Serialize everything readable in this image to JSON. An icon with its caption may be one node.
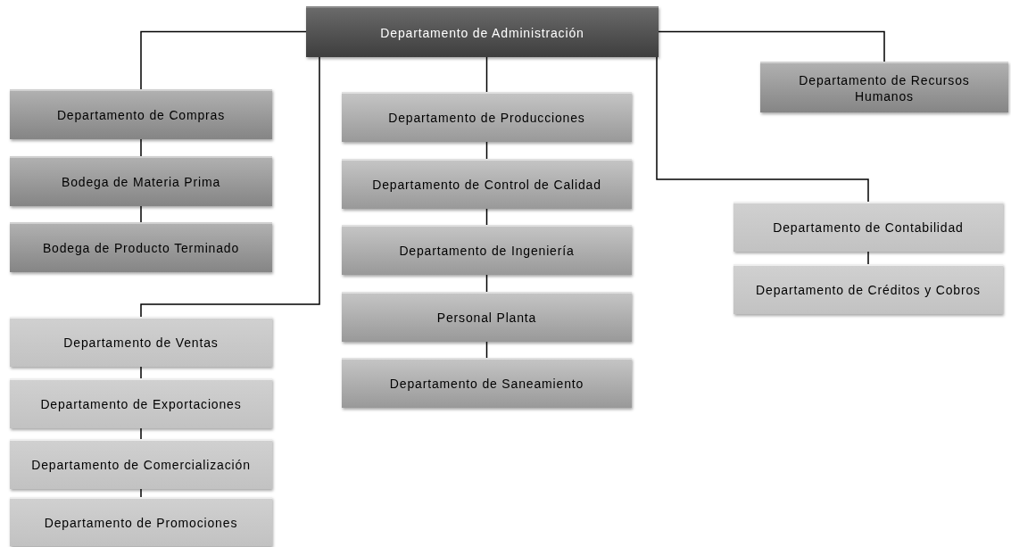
{
  "diagram": {
    "nodes": [
      {
        "text": [
          "Departamento de Administración"
        ]
      },
      {
        "text": [
          "Departamento de Recursos Humanos"
        ]
      },
      {
        "text": [
          "Departamento de Compras"
        ]
      },
      {
        "text": [
          "Bodega de Materia Prima"
        ]
      },
      {
        "text": [
          "Bodega de Producto Terminado"
        ]
      },
      {
        "text": [
          "Departamento de Producciones"
        ]
      },
      {
        "text": [
          "Departamento de Control de Calidad"
        ]
      },
      {
        "text": [
          "Departamento de Ingeniería"
        ]
      },
      {
        "text": [
          "Personal Planta"
        ]
      },
      {
        "text": [
          "Departamento de Saneamiento"
        ]
      },
      {
        "text": [
          "Departamento de Contabilidad"
        ]
      },
      {
        "text": [
          "Departamento de Créditos y Cobros"
        ]
      },
      {
        "text": [
          "Departamento de Ventas"
        ]
      },
      {
        "text": [
          "Departamento de Exportaciones"
        ]
      },
      {
        "text": [
          "Departamento de Comercialización"
        ]
      },
      {
        "text": [
          "Departamento de Promociones"
        ]
      }
    ],
    "edges": [
      {
        "from": 0,
        "to": 1,
        "arrow": "none"
      },
      {
        "from": 0,
        "to": 2,
        "arrow": "none"
      },
      {
        "from": 2,
        "to": 3,
        "arrow": "none"
      },
      {
        "from": 3,
        "to": 4,
        "arrow": "none"
      },
      {
        "from": 0,
        "to": 5,
        "arrow": "none"
      },
      {
        "from": 5,
        "to": 6,
        "arrow": "none"
      },
      {
        "from": 6,
        "to": 7,
        "arrow": "none"
      },
      {
        "from": 7,
        "to": 8,
        "arrow": "none"
      },
      {
        "from": 8,
        "to": 9,
        "arrow": "none"
      },
      {
        "from": 0,
        "to": 10,
        "arrow": "none"
      },
      {
        "from": 10,
        "to": 11,
        "arrow": "none"
      },
      {
        "from": 0,
        "to": 12,
        "arrow": "none"
      },
      {
        "from": 12,
        "to": 13,
        "arrow": "none"
      },
      {
        "from": 13,
        "to": 14,
        "arrow": "none"
      },
      {
        "from": 14,
        "to": 15,
        "arrow": "none"
      }
    ]
  }
}
